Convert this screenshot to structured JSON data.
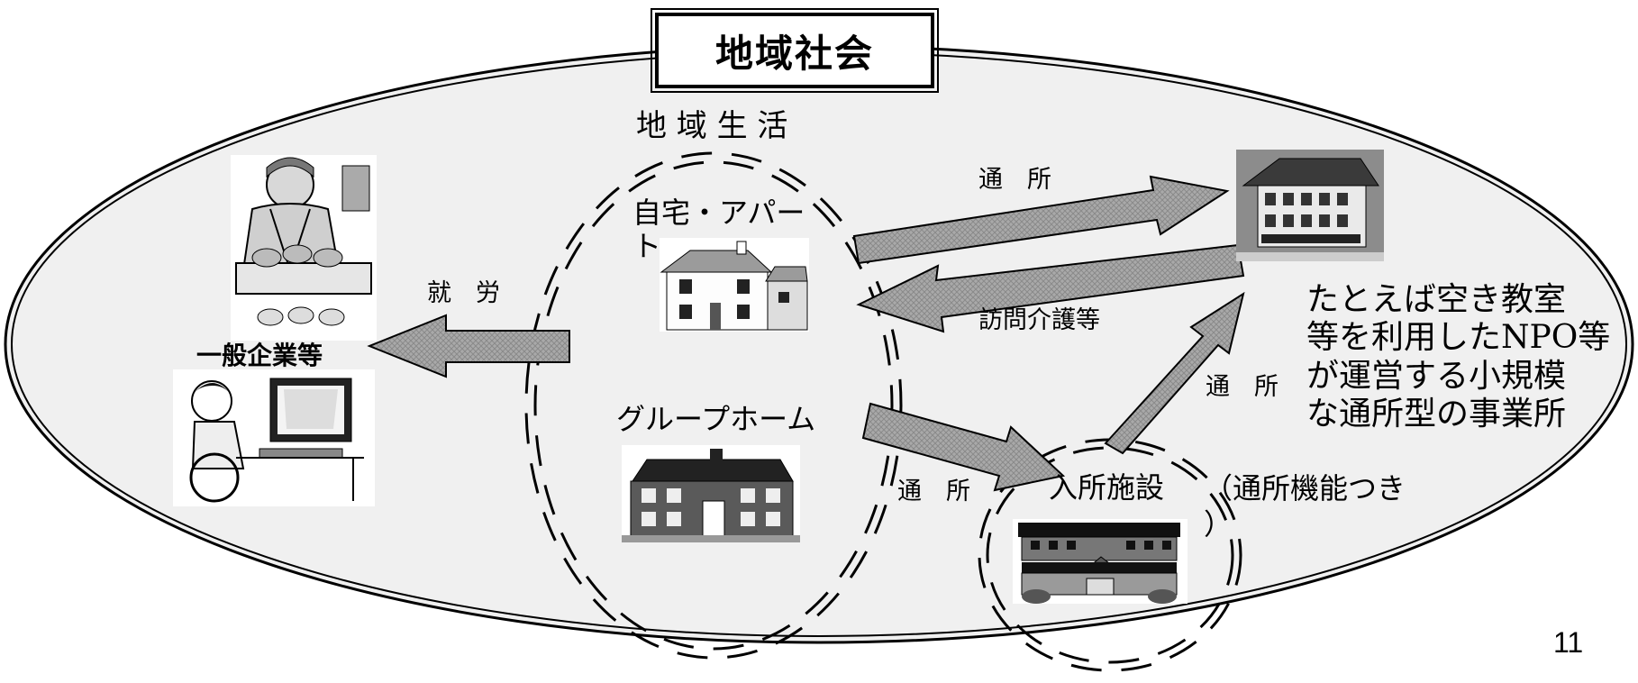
{
  "title": "地域社会",
  "labels": {
    "local_life": "地 域 生 活",
    "home_apartment": "自宅・アパー\nト",
    "group_home": "グループホーム",
    "commute_top": "通　所",
    "home_visit": "訪問介護等",
    "work": "就　労",
    "general_company": "一般企業等",
    "commute_right": "通　所",
    "commute_bottom": "通　所",
    "residential": "入所施設",
    "commute_function": "（通所機能つき\n）",
    "npo_note": "たとえば空き教室\n等を利用したNPO等\nが運営する小規模\nな通所型の事業所",
    "page_number": "11"
  },
  "images": [
    "baker-clipart",
    "wheelchair-computer-clipart",
    "house-icon",
    "group-home-building-icon",
    "small-facility-building-icon",
    "residential-facility-building-icon"
  ],
  "colors": {
    "ellipse_fill": "#f0f0f0",
    "arrow_fill": "#a8a8a8",
    "arrow_stroke": "#000000"
  }
}
